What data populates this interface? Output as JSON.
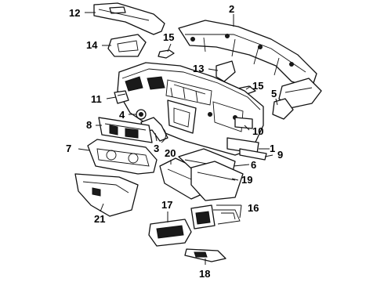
{
  "callouts": {
    "c1": "1",
    "c2": "2",
    "c3": "3",
    "c4": "4",
    "c5": "5",
    "c6": "6",
    "c7": "7",
    "c8": "8",
    "c9": "9",
    "c10": "10",
    "c11": "11",
    "c12": "12",
    "c13": "13",
    "c14": "14",
    "c15a": "15",
    "c15b": "15",
    "c16": "16",
    "c17": "17",
    "c18": "18",
    "c19": "19",
    "c20": "20",
    "c21": "21"
  }
}
